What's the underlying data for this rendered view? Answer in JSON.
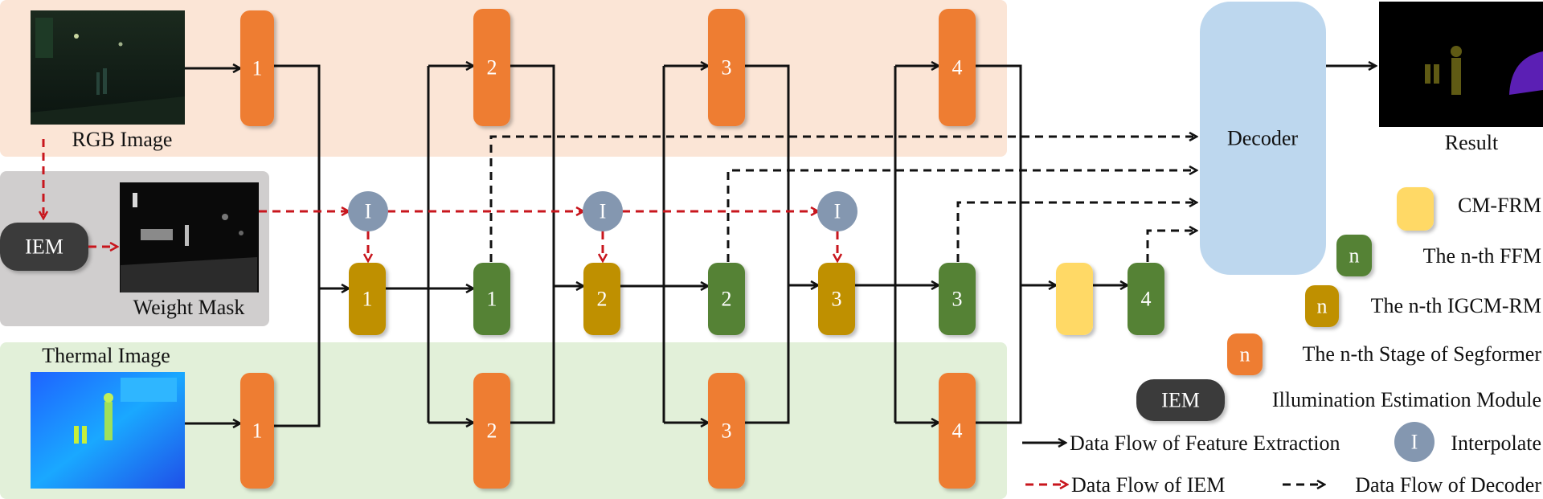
{
  "labels": {
    "rgb": "RGB Image",
    "weight_mask": "Weight Mask",
    "thermal": "Thermal Image",
    "result": "Result",
    "iem": "IEM",
    "decoder": "Decoder",
    "interp": "I"
  },
  "stages": [
    "1",
    "2",
    "3",
    "4"
  ],
  "legend": {
    "cmfrm": "CM-FRM",
    "ffm": "The n-th FFM",
    "igcm": "The n-th IGCM-RM",
    "seg": "The n-th Stage of Segformer",
    "iem_desc": "Illumination Estimation Module",
    "interp_desc": "Interpolate",
    "n": "n",
    "flow_feature": "Data Flow of Feature Extraction",
    "flow_iem": "Data Flow of IEM",
    "flow_decoder": "Data Flow of Decoder"
  },
  "colors": {
    "segformer": "#ee7d31",
    "ffm": "#548235",
    "igcm": "#bf9000",
    "cmfrm": "#ffd966",
    "interpolate": "#8497b0",
    "iem": "#3a3a3a",
    "decoder": "#bdd7ee",
    "rgb_band": "#fbe5d6",
    "thermal_band": "#e2f0d9",
    "mask_band": "#d0cece",
    "arrow": "#111111",
    "iem_arrow": "#c8161d"
  }
}
